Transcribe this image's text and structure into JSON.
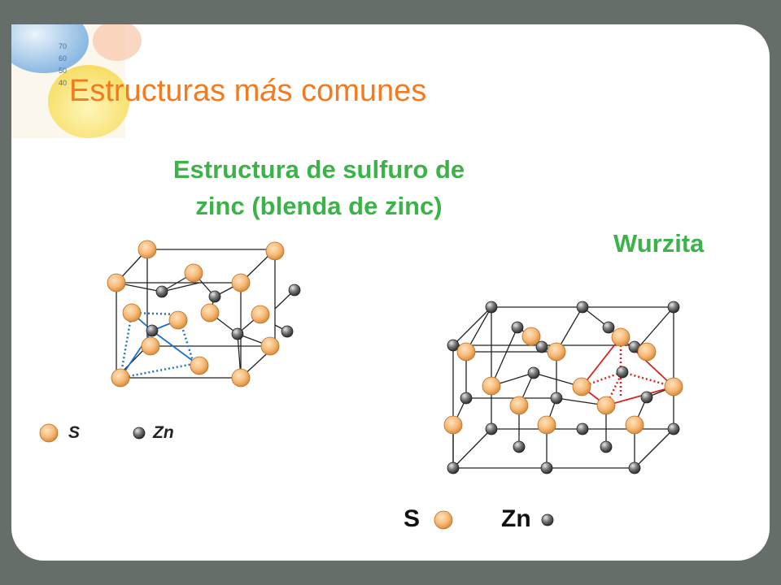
{
  "title": {
    "part1": "Estructuras m",
    "accent": "á",
    "part2": "s comunes"
  },
  "subtitle": {
    "line1": "Estructura de sulfuro de",
    "line2": "zinc (blenda de zinc)"
  },
  "wurtzite_title": "Wurzita",
  "legend_left": {
    "s": "S",
    "zn": "Zn"
  },
  "legend_right": {
    "s": "S",
    "zn": "Zn"
  },
  "colors": {
    "title": "#f47a1f",
    "heading": "#3cb349",
    "sulfur": "#f7b977",
    "zinc": "#5a5a5a",
    "tetra_blue": "#1f72c4",
    "tetra_red": "#d9231f"
  }
}
